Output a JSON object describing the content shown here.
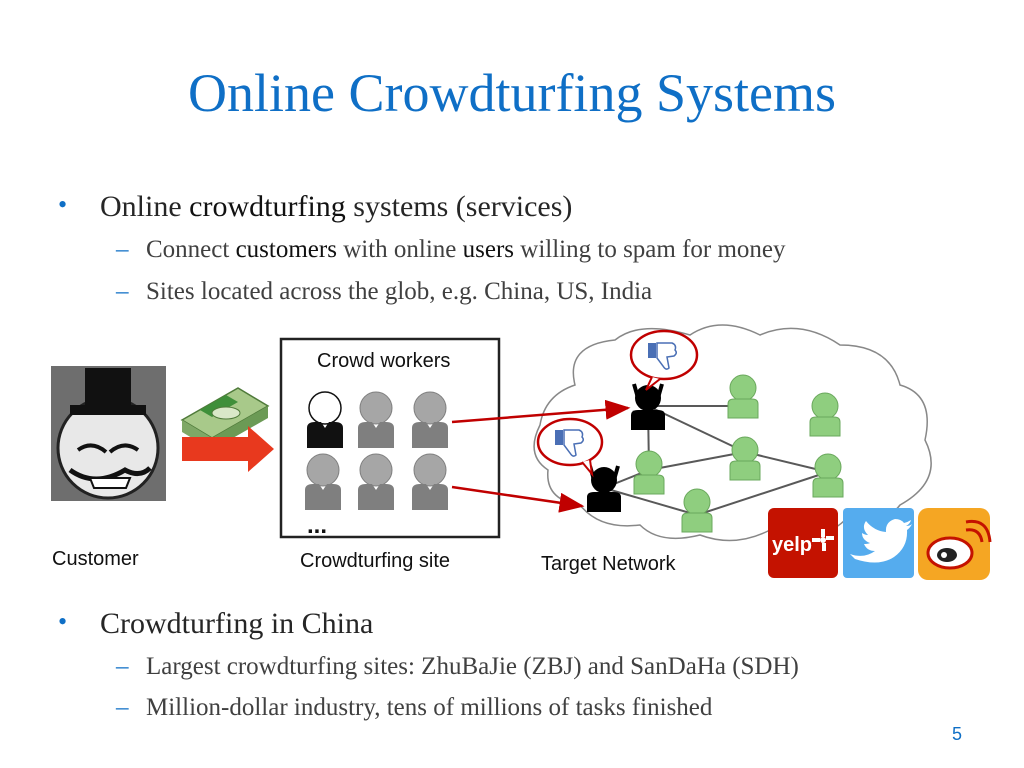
{
  "slide": {
    "title": "Online Crowdturfing Systems",
    "page_number": "5"
  },
  "section1": {
    "bullet_prefix": "Online ",
    "bullet_highlight": "crowdturfing",
    "bullet_suffix": " systems (services)",
    "sub1": {
      "prefix": "Connect ",
      "h1": "customers",
      "mid": " with online ",
      "h2": "users",
      "suffix": " willing to spam for money"
    },
    "sub2": "Sites located across the glob, e.g. China, US, India"
  },
  "diagram": {
    "customer_label": "Customer",
    "crowd_workers_label": "Crowd workers",
    "ellipsis": "...",
    "crowdturfing_site_label": "Crowdturfing site",
    "target_network_label": "Target Network",
    "yelp_logo_text": "yelp",
    "colors": {
      "arrow": "#c00000",
      "worker_gray": "#a6a6a6",
      "user_green": "#8fce7f",
      "yelp": "#c41200",
      "twitter": "#55acee",
      "weibo": "#f5a623"
    }
  },
  "section2": {
    "bullet": "Crowdturfing in China",
    "sub1": "Largest crowdturfing sites: ZhuBaJie (ZBJ) and SanDaHa (SDH)",
    "sub2": "Million-dollar industry, tens of millions of tasks finished"
  }
}
